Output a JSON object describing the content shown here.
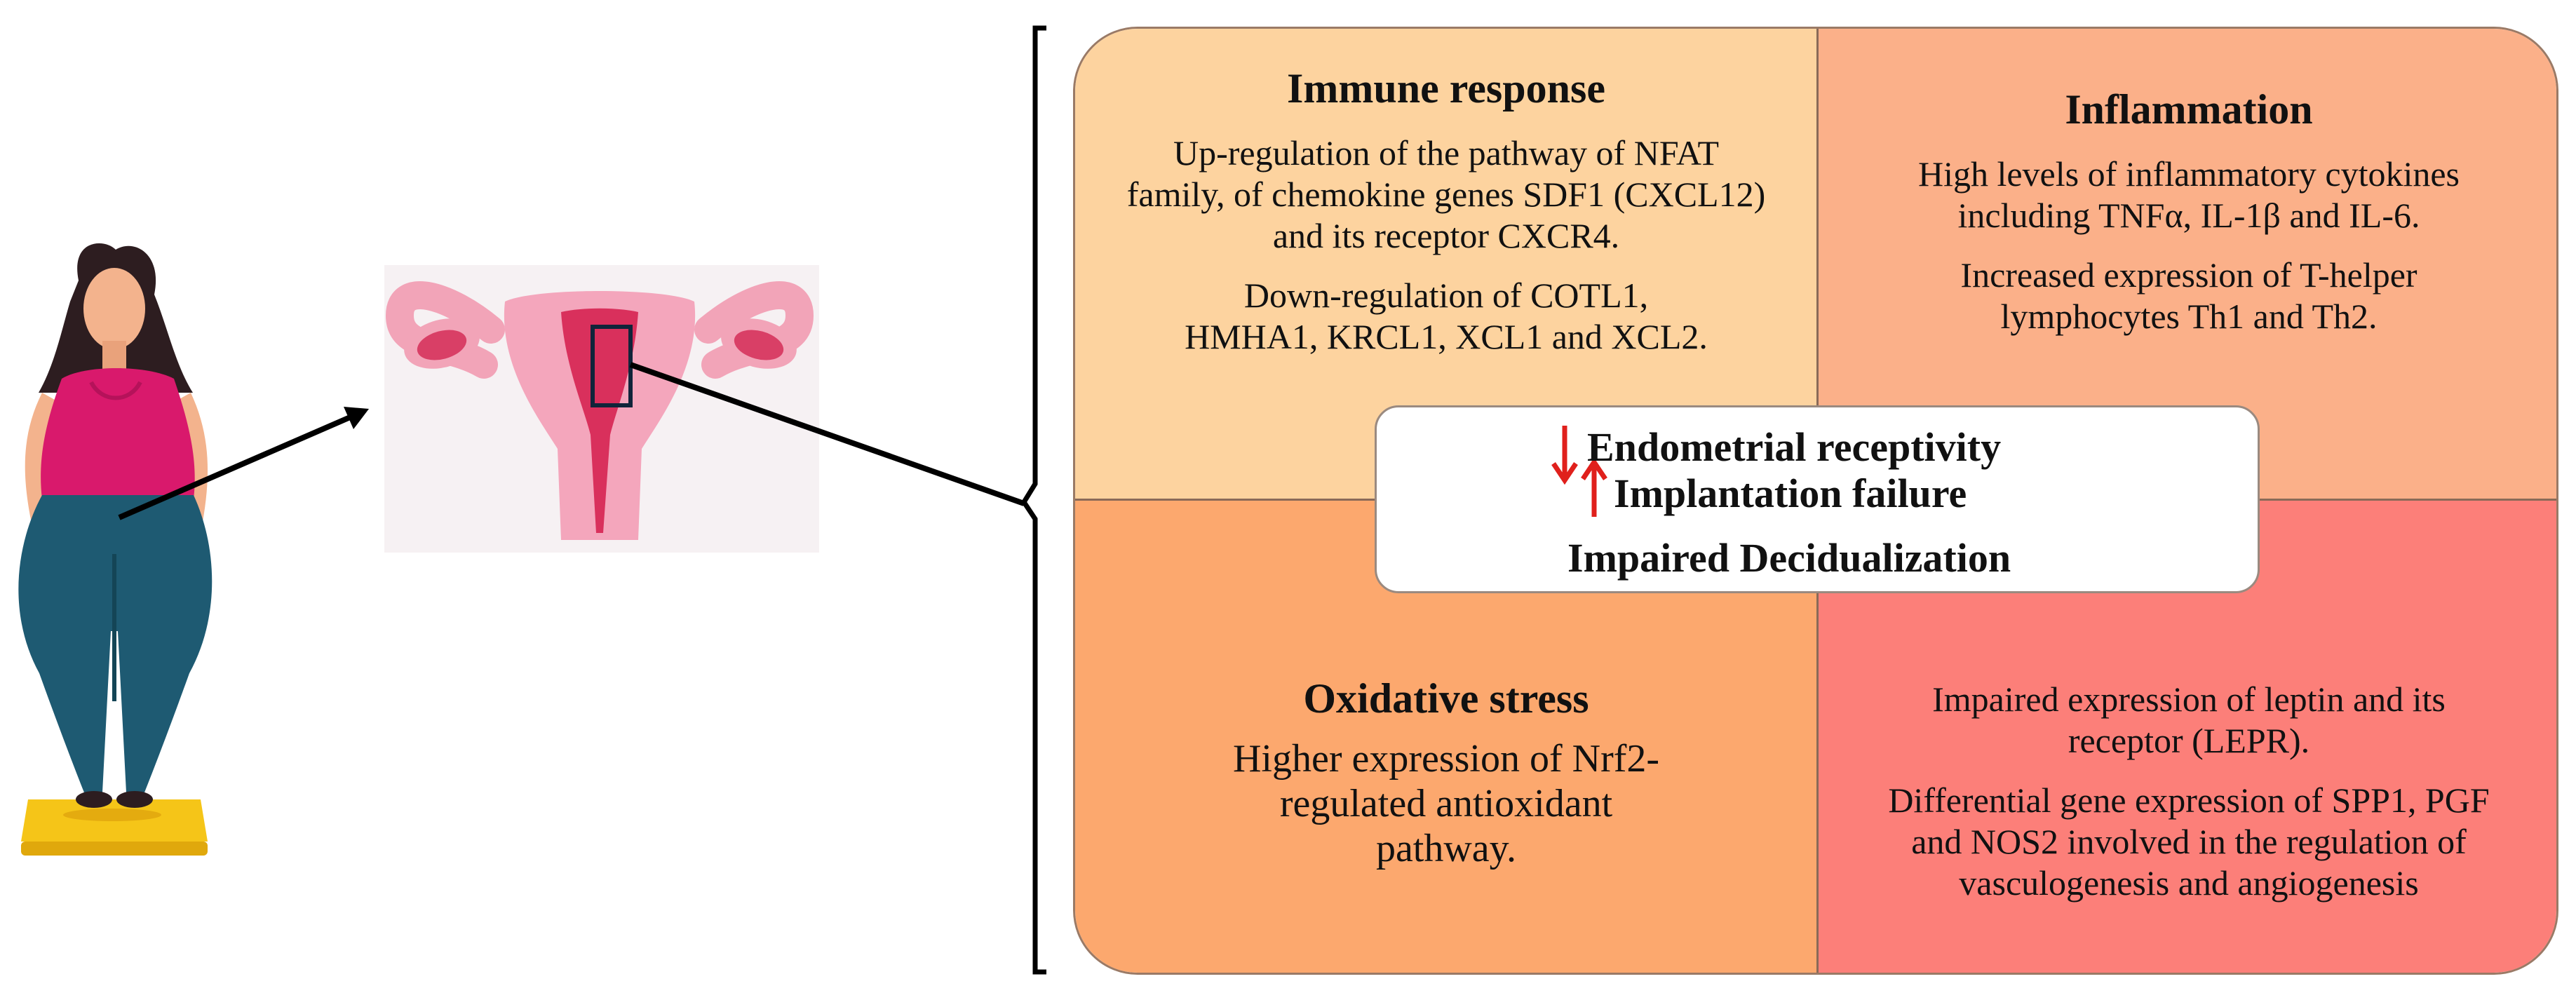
{
  "quadrants": {
    "immune": {
      "title": "Immune response",
      "p1": "Up-regulation of the pathway of NFAT family, of chemokine genes SDF1 (CXCL12) and its receptor CXCR4.",
      "p2": "Down-regulation of COTL1, HMHA1, KRCL1, XCL1 and XCL2."
    },
    "inflammation": {
      "title": "Inflammation",
      "p1": "High levels of inflammatory cytokines including TNFα, IL-1β and IL-6.",
      "p2": "Increased expression of T-helper lymphocytes Th1 and Th2."
    },
    "oxidative": {
      "title": "Oxidative stress",
      "p1": "Higher expression of Nrf2-regulated antioxidant pathway."
    },
    "leptin": {
      "p1": "Impaired expression of leptin and its receptor (LEPR).",
      "p2": "Differential gene expression of SPP1, PGF and NOS2 involved in the regulation of vasculogenesis and angiogenesis"
    }
  },
  "center": {
    "line1": "Endometrial receptivity",
    "line2": "Implantation failure",
    "line3": "Impaired Decidualization"
  },
  "colors": {
    "immune": "#fdd39f",
    "inflammation": "#fbb089",
    "oxidative": "#fca86e",
    "leptin": "#fc7f79",
    "arrow": "#e0201c"
  },
  "icons": {
    "person": "woman-on-scale-icon",
    "uterus": "uterus-icon",
    "down": "down-arrow-icon",
    "up": "up-arrow-icon"
  }
}
